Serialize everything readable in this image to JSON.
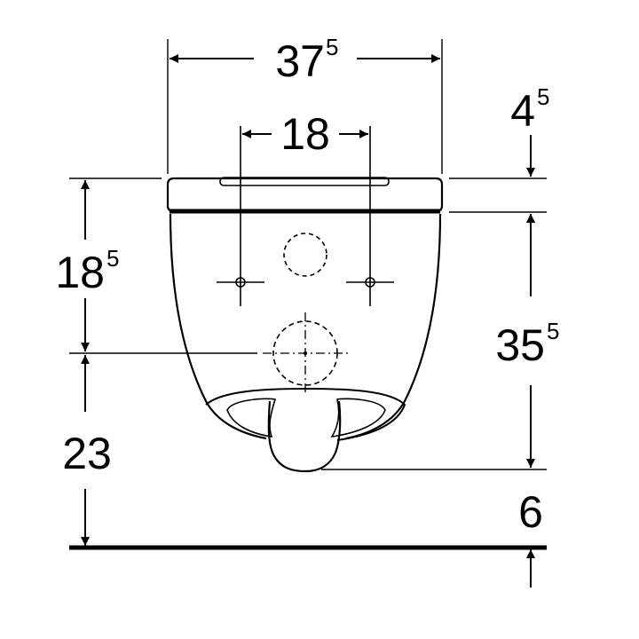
{
  "dimensions": {
    "width_total": {
      "main": "37",
      "sup": "5"
    },
    "fixing_spacing": {
      "main": "18",
      "sup": ""
    },
    "seat_thickness": {
      "main": "4",
      "sup": "5"
    },
    "fixing_height": {
      "main": "18",
      "sup": "5"
    },
    "body_height": {
      "main": "35",
      "sup": "5"
    },
    "outlet_height": {
      "main": "23",
      "sup": ""
    },
    "floor_gap": {
      "main": "6",
      "sup": ""
    }
  },
  "colors": {
    "line": "#000000",
    "background": "#ffffff"
  }
}
